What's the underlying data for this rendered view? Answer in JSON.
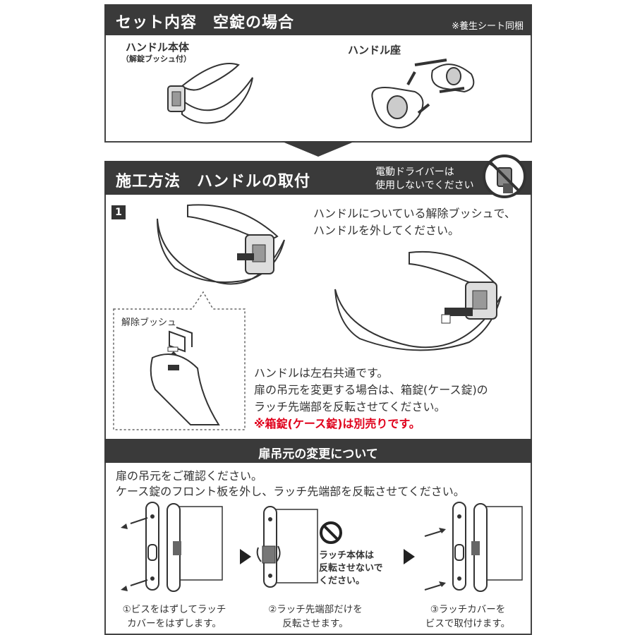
{
  "set_section": {
    "title": "セット内容　空錠の場合",
    "note": "※養生シート同梱",
    "handle_body_label": "ハンドル本体",
    "handle_body_sub": "（解錠ブッシュ付）",
    "handle_seat_label": "ハンドル座"
  },
  "install_section": {
    "title": "施工方法　ハンドルの取付",
    "warning_line1": "電動ドライバーは",
    "warning_line2": "使用しないでください",
    "step_number": "1",
    "instruction_line1": "ハンドルについている解除ブッシュで、",
    "instruction_line2": "ハンドルを外してください。",
    "callout_label": "解除ブッシュ",
    "note_line1": "ハンドルは左右共通です。",
    "note_line2": "扉の吊元を変更する場合は、箱錠(ケース錠)の",
    "note_line3": "ラッチ先端部を反転させてください。",
    "note_red": "※箱錠(ケース錠)は別売りです。"
  },
  "hinge_section": {
    "title": "扉吊元の変更について",
    "intro_line1": "扉の吊元をご確認ください。",
    "intro_line2": "ケース錠のフロント板を外し、ラッチ先端部を反転させてください。",
    "no_flip_line1": "ラッチ本体は",
    "no_flip_line2": "反転させないで",
    "no_flip_line3": "ください。",
    "step1_line1": "①ビスをはずしてラッチ",
    "step1_line2": "カバーをはずします。",
    "step2_line1": "②ラッチ先端部だけを",
    "step2_line2": "反転させます。",
    "step3_line1": "③ラッチカバーを",
    "step3_line2": "ビスで取付けます。"
  },
  "colors": {
    "bar": "#3a3a3a",
    "red": "#e0001b",
    "line": "#444444"
  }
}
